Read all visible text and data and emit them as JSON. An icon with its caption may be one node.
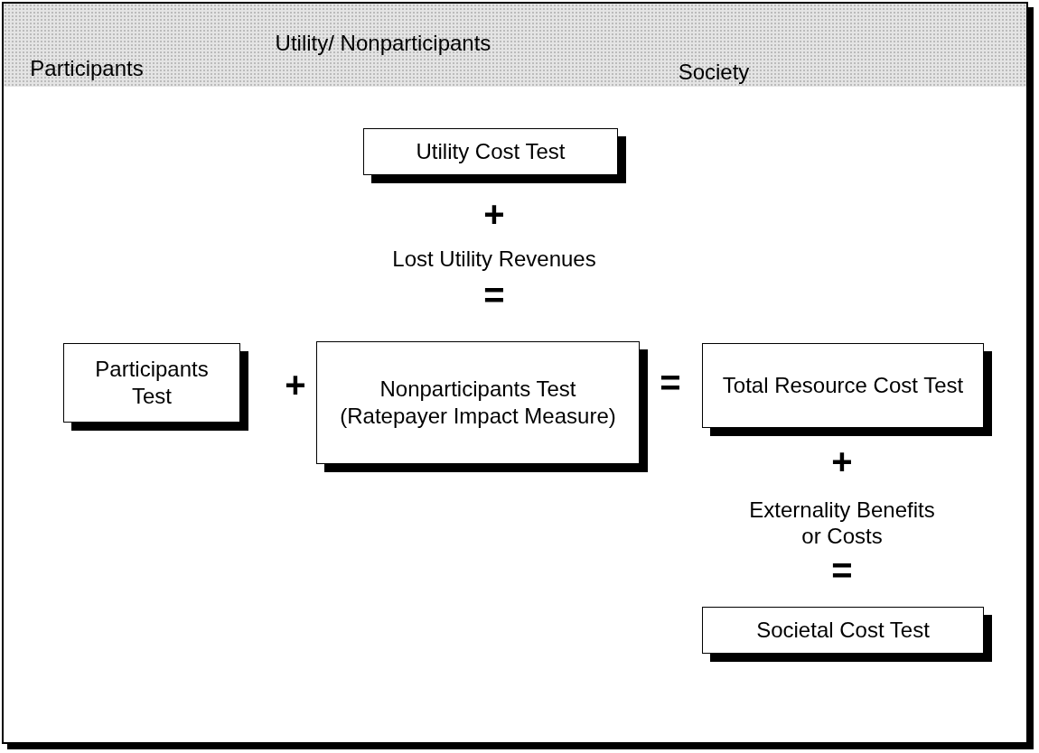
{
  "diagram": {
    "nodes": [
      {
        "text": [
          "Utility Cost Test"
        ]
      },
      {
        "text": [
          "Participants Test"
        ]
      },
      {
        "text": [
          "Nonparticipants Test (Ratepayer Impact Measure)"
        ]
      },
      {
        "text": [
          "Total Resource Cost Test"
        ]
      },
      {
        "text": [
          "Societal Cost Test"
        ]
      }
    ],
    "labels": [
      "Participants",
      "Utility/ Nonparticipants",
      "Society",
      "+",
      "Lost Utility Revenues",
      "=",
      "+",
      "=",
      "+",
      "Externality Benefits or Costs",
      "="
    ]
  }
}
